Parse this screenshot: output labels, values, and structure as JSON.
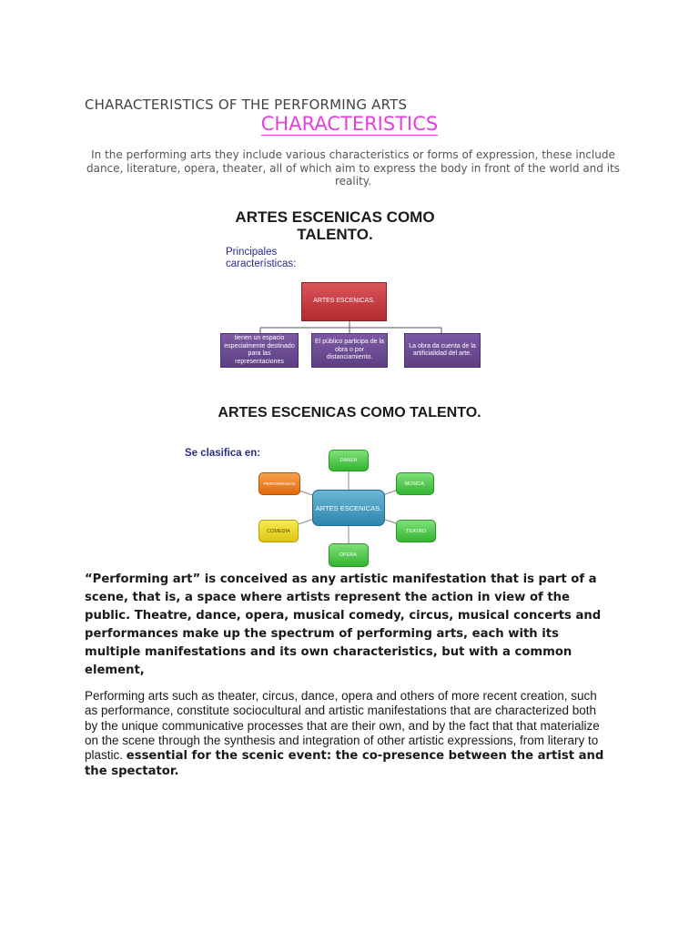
{
  "heading": "CHARACTERISTICS OF THE PERFORMING ARTS",
  "subheading": "CHARACTERISTICS",
  "intro": "In the performing arts they include various characteristics or forms of expression, these include dance, literature, opera, theater, all of which aim to express the body in front of the world and its reality.",
  "figure1": {
    "title": "ARTES ESCENICAS COMO TALENTO.",
    "subtitle": "Principales características:",
    "root": "ARTES ESCENICAS.",
    "children": [
      "tienen un espacio especialmente destinado para las representaciones",
      "El público participa de la obra o por distanciamiento.",
      "La obra da cuenta de la artificialidad del arte."
    ]
  },
  "figure2": {
    "title": "ARTES ESCENICAS COMO TALENTO.",
    "subtitle": "Se clasifica en:",
    "center": "ARTES ESCENICAS.",
    "nodes": {
      "danza": "DANZA",
      "musica": "MÚSICA.",
      "teatro": "TEATRO",
      "opera": "OPERA.",
      "comedia": "COMEDIA",
      "performance": "PERFORMANCE"
    }
  },
  "bold_paragraph": "“Performing art” is conceived as any artistic manifestation that is part of a scene, that is, a space where artists represent the action in view of the public. Theatre, dance, opera, musical comedy, circus, musical concerts and performances make up the spectrum of performing arts, each with its multiple manifestations and its own characteristics, but with a common element,",
  "paragraph2": {
    "text": " Performing arts such as theater, circus, dance, opera and others of more recent creation, such as performance, constitute sociocultural and artistic manifestations that are characterized both by the unique communicative processes that are their own, and by the fact that that materialize on the scene through the synthesis and integration of other artistic expressions, from literary to plastic. ",
    "bold_tail": "essential for the scenic event: the co-presence between the artist and the spectator."
  },
  "colors": {
    "subheading": "#e83ee0",
    "root_box": "#c0393f",
    "child_box": "#6b4a93",
    "center_node": "#3f97bd",
    "green_node": "#4cc548",
    "orange_node": "#ea7a22",
    "yellow_node": "#efd92c"
  }
}
